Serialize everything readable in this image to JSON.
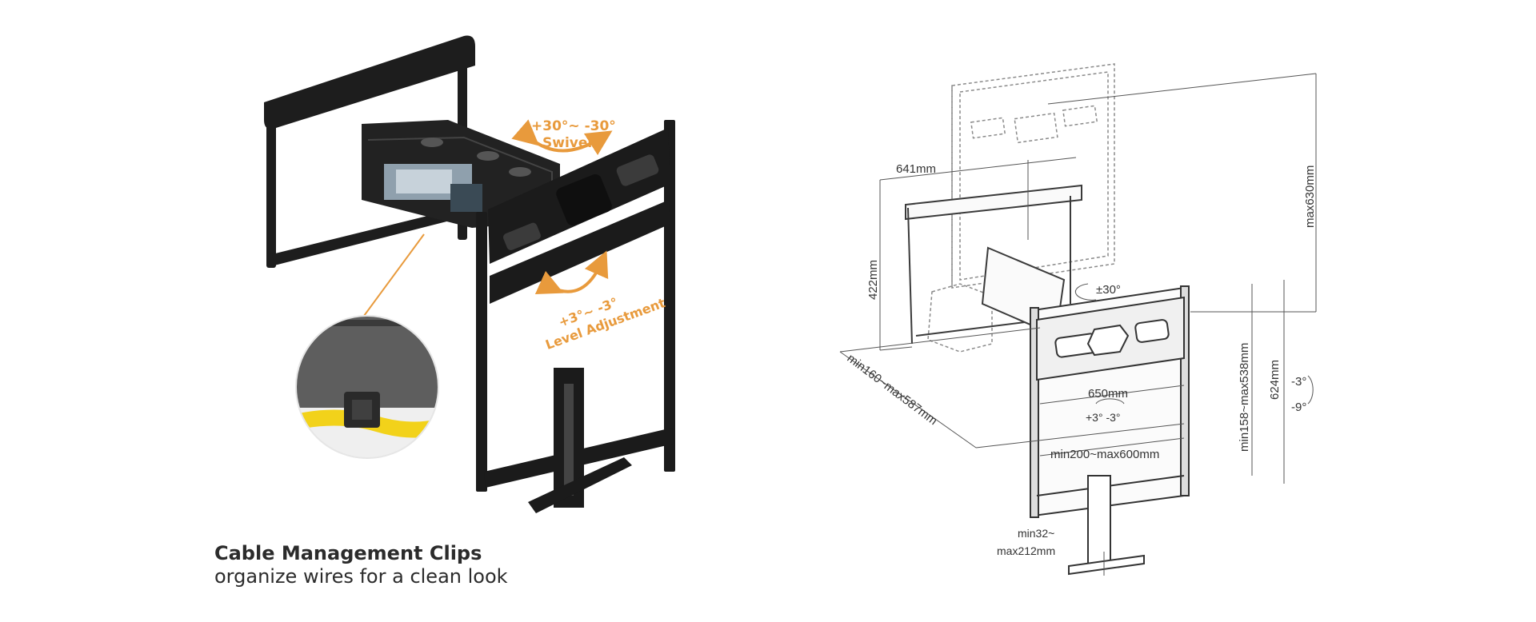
{
  "colors": {
    "accent": "#e89a3c",
    "metal": "#1b1b1b",
    "line": "#3a3a3a",
    "dash": "#8a8a8a",
    "cable": "#f2d21a"
  },
  "left": {
    "swivel": {
      "range": "+30°~ -30°",
      "label": "Swivel"
    },
    "level": {
      "range": "+3°~ -3°",
      "label": "Level Adjustment"
    },
    "caption": {
      "title": "Cable Management Clips",
      "subtitle": "organize wires for a clean look"
    }
  },
  "right": {
    "dims": {
      "width_arm": "641mm",
      "height_arm": "422mm",
      "max_height": "max630mm",
      "swivel": "±30°",
      "depth": "min160~max587mm",
      "plate_width": "650mm",
      "tilt_small": "+3°  -3°",
      "vesa_width": "min200~max600mm",
      "vesa_height": "min158~max538mm",
      "plate_height": "624mm",
      "tilt_a": "-3°",
      "tilt_b": "-9°",
      "shelf_1": "min32~",
      "shelf_2": "max212mm"
    }
  }
}
